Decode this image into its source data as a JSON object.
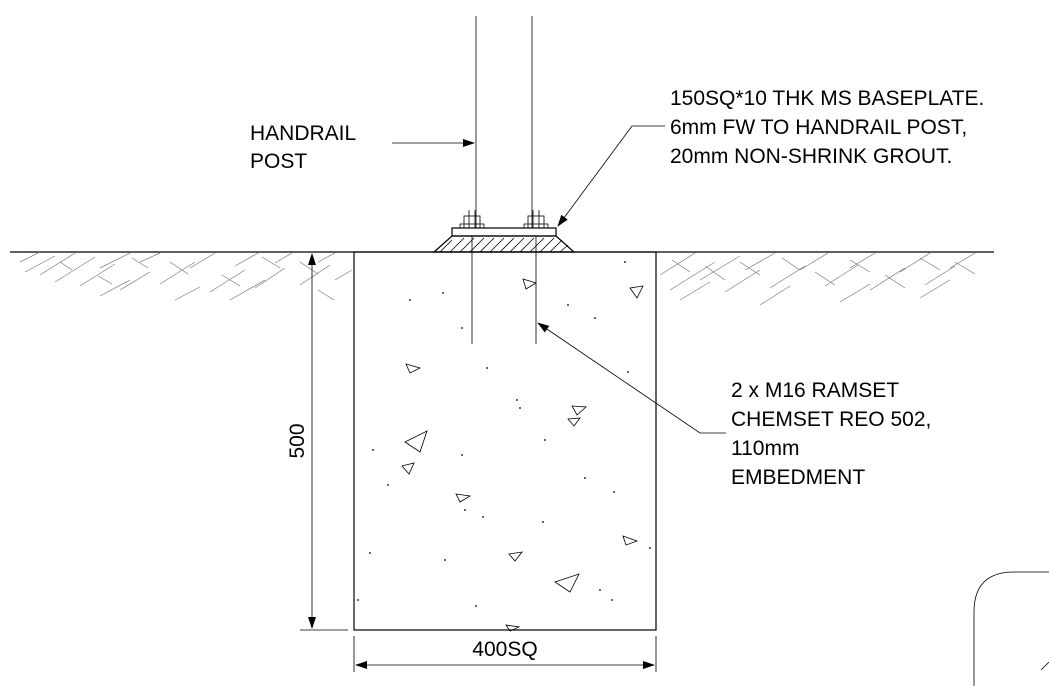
{
  "drawing": {
    "labels": {
      "handrail_post": [
        "HANDRAIL",
        "POST"
      ],
      "baseplate": [
        "150SQ*10 THK MS BASEPLATE.",
        "6mm FW TO HANDRAIL POST,",
        "20mm NON-SHRINK GROUT."
      ],
      "anchors": [
        "2 x M16 RAMSET",
        "CHEMSET REO 502,",
        "110mm",
        "EMBEDMENT"
      ]
    },
    "dimensions": {
      "depth": "500",
      "width": "400SQ"
    }
  }
}
